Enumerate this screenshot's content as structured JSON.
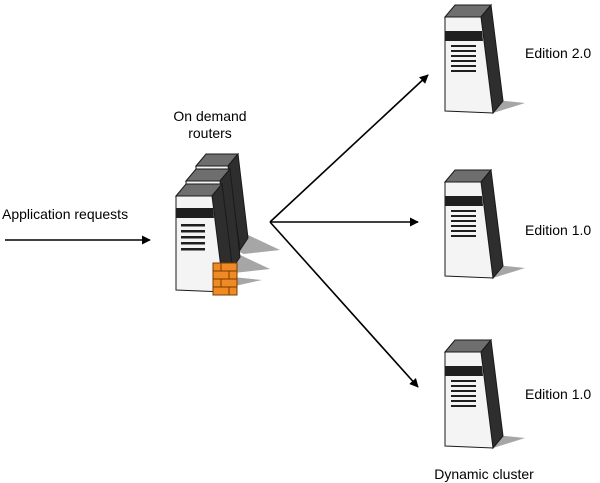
{
  "labels": {
    "input": "Application requests",
    "router_line1": "On demand",
    "router_line2": "routers",
    "cluster": "Dynamic cluster"
  },
  "servers": [
    {
      "edition": "Edition 2.0"
    },
    {
      "edition": "Edition 1.0"
    },
    {
      "edition": "Edition 1.0"
    }
  ],
  "colors": {
    "server_front": "#f4f4f4",
    "server_side": "#2e2e2e",
    "server_top": "#6e6e6e",
    "shadow": "#a6a6a6",
    "accent_box": "#f08a24",
    "line": "#000000"
  },
  "icons": {
    "router": "router-stack-icon",
    "server": "server-tower-icon",
    "router_badge": "router-badge-icon"
  }
}
